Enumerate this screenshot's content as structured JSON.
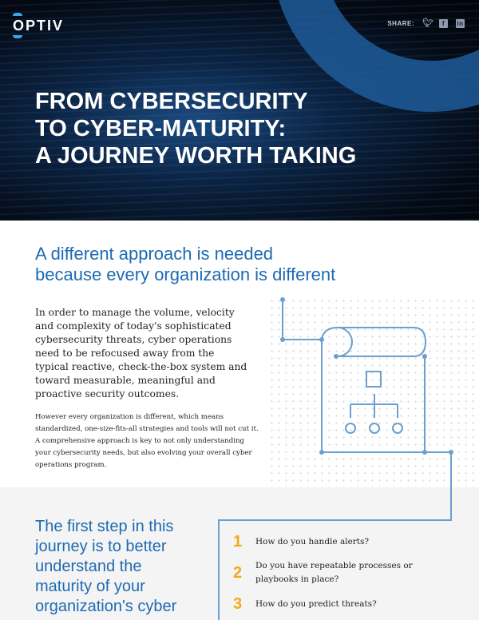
{
  "header": {
    "logo": "OPTIV",
    "share_label": "SHARE:",
    "share_icons": [
      "twitter-icon",
      "facebook-icon",
      "linkedin-icon"
    ]
  },
  "hero": {
    "title_lines": [
      "FROM CYBERSECURITY",
      "TO CYBER-MATURITY:",
      "A JOURNEY WORTH TAKING"
    ]
  },
  "section1": {
    "heading_lines": [
      "A different approach is needed",
      "because every organization is different"
    ],
    "para1": "In order to manage the volume, velocity and complexity of today's sophisticated cybersecurity threats, cyber operations need to be refocused away from the typical reactive, check-the-box system and toward measurable, meaningful and proactive security outcomes.",
    "para2": "However every organization is different, which means standardized, one-size-fits-all strategies and tools will not cut it. A comprehensive approach is key to not only understanding your cybersecurity needs, but also evolving your overall cyber operations program."
  },
  "section2": {
    "heading": "The first step in this journey is to better understand the maturity of your organization's cyber",
    "questions": [
      {
        "num": "1",
        "text": "How do you handle alerts?"
      },
      {
        "num": "2",
        "text": "Do you have repeatable processes or playbooks in place?"
      },
      {
        "num": "3",
        "text": "How do you predict threats?"
      }
    ]
  },
  "colors": {
    "accent": "#1e6ab3",
    "number": "#f3a81c",
    "line": "#6a9fcf"
  }
}
